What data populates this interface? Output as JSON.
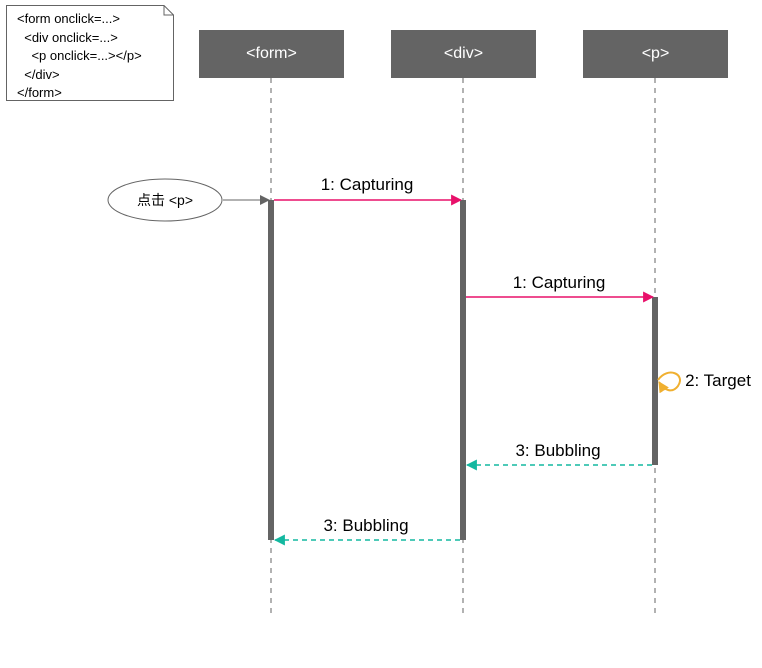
{
  "note": {
    "lines": [
      "<form onclick=...>",
      "  <div onclick=...>",
      "    <p onclick=...></p>",
      "  </div>",
      "</form>"
    ]
  },
  "lifelines": {
    "form": "<form>",
    "div": "<div>",
    "p": "<p>"
  },
  "actor": {
    "label": "点击 <p>"
  },
  "messages": {
    "capture_form_div": "1: Capturing",
    "capture_div_p": "1: Capturing",
    "target": "2: Target",
    "bubble_p_div": "3: Bubbling",
    "bubble_div_form": "3: Bubbling"
  },
  "colors": {
    "header": "#646464",
    "lifeline": "#646464",
    "capturing": "#e8106a",
    "target": "#f0b030",
    "bubbling": "#13b8a0"
  }
}
